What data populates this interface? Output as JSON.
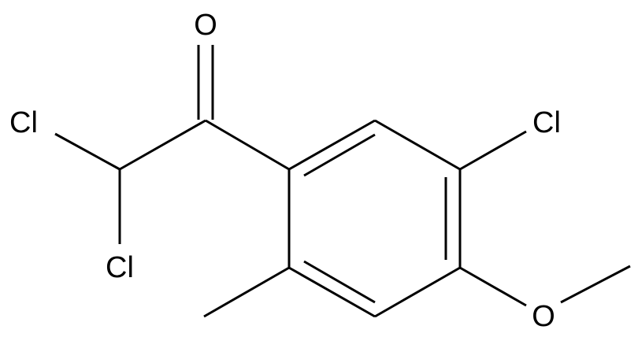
{
  "molecule": {
    "atoms": {
      "carbonyl_oxygen": "O",
      "chlorine_left_top": "Cl",
      "chlorine_left_bottom": "Cl",
      "chlorine_ring": "Cl",
      "methoxy_oxygen": "O"
    }
  },
  "colors": {
    "bond": "#000000",
    "label": "#000000",
    "background": "#ffffff"
  }
}
